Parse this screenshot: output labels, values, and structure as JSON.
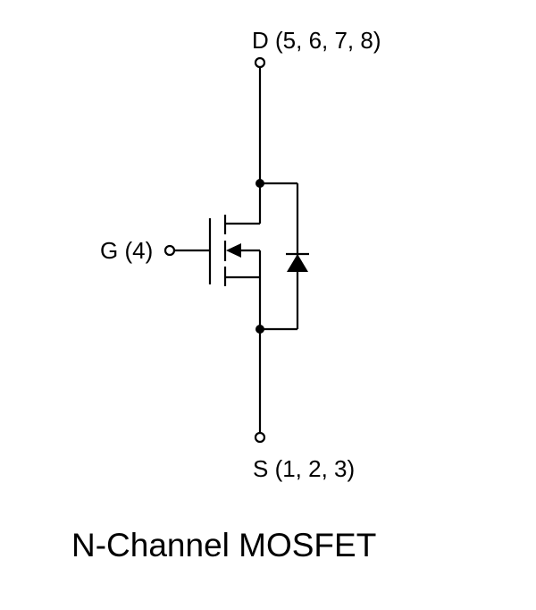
{
  "labels": {
    "drain": "D (5, 6, 7, 8)",
    "gate": "G (4)",
    "source": "S (1, 2, 3)",
    "title": "N-Channel MOSFET"
  },
  "colors": {
    "stroke": "#000000",
    "background": "#ffffff"
  }
}
